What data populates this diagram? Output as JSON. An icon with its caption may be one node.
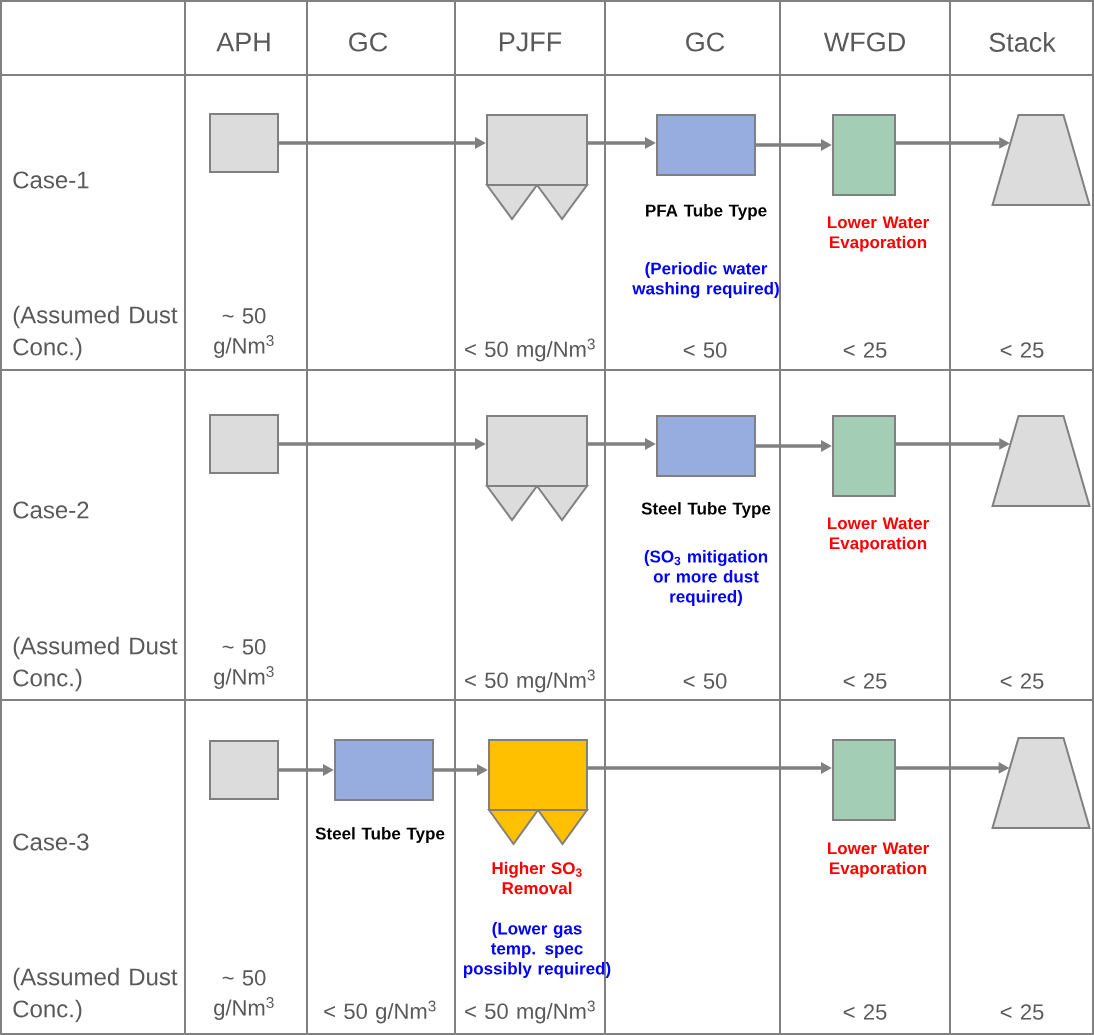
{
  "diagram": {
    "nodes": [
      {
        "text": [],
        "shape": "box"
      },
      {
        "text": [],
        "shape": "hopper"
      },
      {
        "text": [],
        "shape": "box",
        "beside": [
          "PFA Tube Type",
          "(Periodic water washing required)"
        ]
      },
      {
        "text": [],
        "shape": "box",
        "beside": [
          "Lower Water Evaporation"
        ]
      },
      {
        "text": [],
        "shape": "trapezoid"
      },
      {
        "text": [],
        "shape": "box"
      },
      {
        "text": [],
        "shape": "hopper"
      },
      {
        "text": [],
        "shape": "box",
        "beside": [
          "Steel Tube Type",
          "(SO$_{3}$ mitigation or more dust required)"
        ]
      },
      {
        "text": [],
        "shape": "box",
        "beside": [
          "Lower Water Evaporation"
        ]
      },
      {
        "text": [],
        "shape": "trapezoid"
      },
      {
        "text": [],
        "shape": "box"
      },
      {
        "text": [],
        "shape": "box",
        "beside": [
          "Steel Tube Type"
        ]
      },
      {
        "text": [],
        "shape": "hopper",
        "beside": [
          "Higher SO$_{3}$ Removal",
          "(Lower gas temp. spec possibly required)"
        ]
      },
      {
        "text": [],
        "shape": "box",
        "beside": [
          "Lower Water Evaporation"
        ]
      },
      {
        "text": [],
        "shape": "trapezoid"
      }
    ],
    "edges": [
      {
        "from": 0,
        "to": 1,
        "arrow": "to"
      },
      {
        "from": 1,
        "to": 2,
        "arrow": "to"
      },
      {
        "from": 2,
        "to": 3,
        "arrow": "to"
      },
      {
        "from": 3,
        "to": 4,
        "arrow": "to"
      },
      {
        "from": 5,
        "to": 6,
        "arrow": "to"
      },
      {
        "from": 6,
        "to": 7,
        "arrow": "to"
      },
      {
        "from": 7,
        "to": 8,
        "arrow": "to"
      },
      {
        "from": 8,
        "to": 9,
        "arrow": "to"
      },
      {
        "from": 10,
        "to": 11,
        "arrow": "to"
      },
      {
        "from": 11,
        "to": 12,
        "arrow": "to"
      },
      {
        "from": 12,
        "to": 13,
        "arrow": "to"
      },
      {
        "from": 13,
        "to": 14,
        "arrow": "to"
      }
    ],
    "labels": [
      "APH",
      "GC",
      "PJFF",
      "GC",
      "WFGD",
      "Stack",
      "Case-1",
      "(Assumed Dust Conc.)",
      "~ 50 g/Nm$^{3}$",
      "< 50 mg/Nm$^{3}$",
      "< 50",
      "< 25",
      "< 25",
      "Case-2",
      "(Assumed Dust Conc.)",
      "~ 50 g/Nm$^{3}$",
      "< 50 mg/Nm$^{3}$",
      "< 50",
      "< 25",
      "< 25",
      "Case-3",
      "(Assumed Dust Conc.)",
      "~ 50 g/Nm$^{3}$",
      "< 50 g/Nm$^{3}$",
      "< 50 mg/Nm$^{3}$",
      "< 25",
      "< 25"
    ]
  }
}
